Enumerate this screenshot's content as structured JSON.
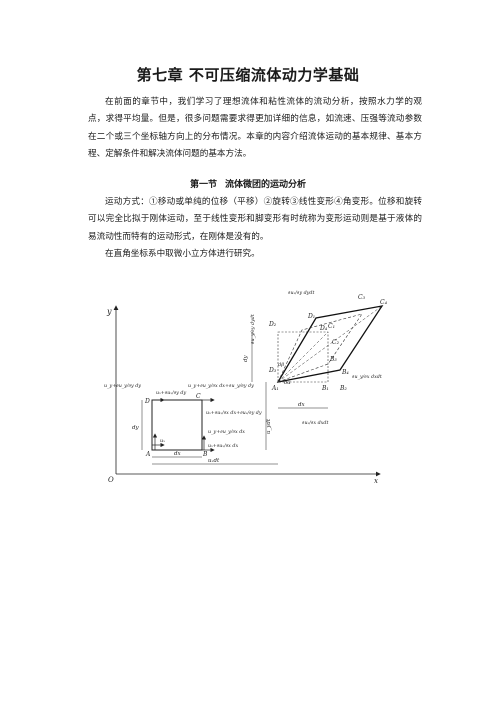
{
  "chapter": {
    "title": "第七章    不可压缩流体动力学基础"
  },
  "intro": {
    "paragraph": "在前面的章节中，我们学习了理想流体和粘性流体的流动分析，按照水力学的观点，求得平均量。但是，很多问题需要求得更加详细的信息，如流速、压强等流动参数在二个或三个坐标轴方向上的分布情况。本章的内容介绍流体运动的基本规律、基本方程、定解条件和解决流体问题的基本方法。"
  },
  "section": {
    "number": "第一节",
    "title": "流体微团的运动分析",
    "motion_paragraph": "运动方式：①移动或单纯的位移（平移）②旋转③线性变形④角变形。位移和旋转可以完全比拟于刚体运动，至于线性变形和脚变形有时统称为变形运动则是基于液体的易流动性而特有的运动形式，在刚体是没有的。",
    "figure_intro": "在直角坐标系中取微小立方体进行研究。"
  },
  "figure": {
    "axis_y": "y",
    "axis_x": "x",
    "origin": "O",
    "points": {
      "A": "A",
      "B": "B",
      "C": "C",
      "D": "D",
      "A1": "A₁",
      "B1": "B₁",
      "B2": "B₂",
      "B3": "B₃",
      "B4": "B₄",
      "C1": "C₁",
      "C2": "C₂",
      "C3": "C₃",
      "C4": "C₄",
      "D1": "D₁",
      "D2": "D₂",
      "D3": "D₃",
      "D4": "D₄"
    },
    "labels": {
      "dx": "dx",
      "dy": "dy",
      "ux": "uₓ",
      "uy": "u_y",
      "uxdt": "uₓdt",
      "uydt": "u_ydt",
      "d_alpha": "dα",
      "d_beta": "dβ",
      "D_top": "uₓ+∂uₓ/∂y dy",
      "D_left": "u_y+∂u_y/∂y dy",
      "C_right": "uₓ+∂uₓ/∂x dx+∂uₓ/∂y dy",
      "C_upper": "u_y+∂u_y/∂x dx+∂u_y/∂y dy",
      "B_upper": "u_y+∂u_y/∂x dx",
      "B_lower": "uₓ+∂uₓ/∂x dx",
      "top_dydt": "∂uₓ/∂y dydt",
      "left_dydt": "∂u_y/∂y dydt",
      "right_dxdt": "∂u_y/∂x dxdt",
      "bottom_dxdt": "∂uₓ/∂x dxdt"
    }
  }
}
